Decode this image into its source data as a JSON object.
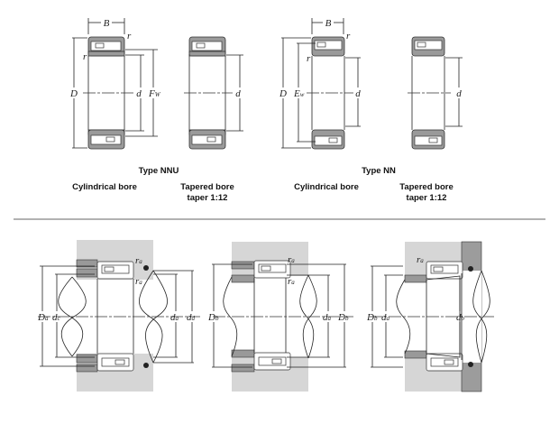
{
  "top": {
    "nnu": {
      "type_label": "Type NNU",
      "cylindrical_label": "Cylindrical bore",
      "tapered_label": "Tapered bore",
      "taper_label": "taper 1:12",
      "dims": {
        "B": "B",
        "r": "r",
        "D": "D",
        "d": "d",
        "F": "F",
        "F_sub": "W"
      }
    },
    "nn": {
      "type_label": "Type NN",
      "cylindrical_label": "Cylindrical bore",
      "tapered_label": "Tapered bore",
      "taper_label": "taper 1:12",
      "dims": {
        "B": "B",
        "r": "r",
        "D": "D",
        "d": "d",
        "E": "E",
        "E_sub": "w"
      }
    }
  },
  "bottom": {
    "mount1": {
      "ra": "r",
      "ra_sub": "a",
      "D": "D",
      "D_sub": "a",
      "dc": "d",
      "dc_sub": "c",
      "da": "d",
      "da_sub": "a",
      "dd": "d",
      "dd_sub": "d"
    },
    "mount2": {
      "ra": "r",
      "ra_sub": "a",
      "Db": "D",
      "Db_sub": "b",
      "da": "d",
      "da_sub": "a"
    },
    "mount3": {
      "ra": "r",
      "ra_sub": "a",
      "Db": "D",
      "Db_sub": "b",
      "da": "d",
      "da_sub": "a",
      "db": "d",
      "db_sub": "b"
    }
  }
}
